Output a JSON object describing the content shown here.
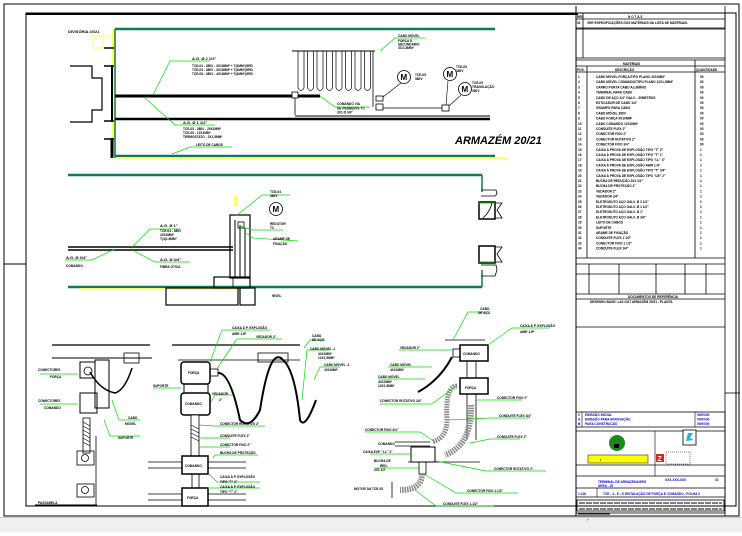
{
  "drawing": {
    "title": "ARMAZÉM 20/21",
    "colors": {
      "wall_green": "#0e7a5a",
      "leader_green": "#00dd00",
      "highlight_yellow": "#ffff66",
      "title_yellow": "#ffff00",
      "text_blue": "#0000cc",
      "logo_green": "#1a8a1a",
      "brand_red": "#dd2222"
    }
  },
  "plan_view": {
    "labels": {
      "divisoria": "DIVISÓRIA 20/21",
      "ac_2_half": "A.G. Ø 2 1/2\"",
      "tce_line1": "TCE-04 - 380V - 3X10MM² + T(4MM²)GRD",
      "tce_line2": "TCE-05 - 380V - 3X10MM² + T(4MM²)GRD",
      "tce_line3": "TCE-06 - 380V - 4X10MM² + T(4MM²)GRD",
      "ac_1_half": "A.G. Ø 1 1/2\"",
      "cmd_line1": "TCE-05 - 380V - 20X1MM²",
      "cmd_line2": "TCE-05 - 12X1MM²",
      "cmd_line3": "TERMOSTATO - 2X1,5MM²",
      "leito": "LEITO DE CABOS",
      "cabo_movel": "CABO MÓVEL",
      "cabo_movel_sub1": "FORÇA E",
      "cabo_movel_sub2": "SECUNDÁRIO",
      "cabo_movel_sub3": "3C/1,5MM²",
      "comando_via": "COMANDO VIA",
      "comando_via_sub": "DE PENDENTE TC",
      "comando_via_sub2": "3X1 Ø 3/4\"",
      "motor1_tag": "TCE-05",
      "motor1_v": "380V",
      "motor2_tag": "TCE-05",
      "motor2_v": "380V",
      "motor3_tag": "TCE-05",
      "motor3_sub": "TRANSLAÇÃO",
      "motor3_v": "380V"
    }
  },
  "section_view": {
    "labels": {
      "ac_1": "A.G. Ø 1\"",
      "ac_1_sub1": "TCE-04 - 380V",
      "ac_1_sub2": "4X10MM²",
      "ac_1_sub3": "T(4)1,5MM²",
      "ac_3_4": "A.G. Ø 3/4\"",
      "comando": "COMANDO",
      "ac_3_4b": "A.G. Ø 3/4\"",
      "fibra": "FIBRA ÓTICA",
      "motor_tag": "TCE-04",
      "motor_v": "380V",
      "reducao": "REDUTOR",
      "reducao_sub": "TC",
      "arame": "ARAME DE",
      "arame_sub": "FIXAÇÃO",
      "nivel": "NÍVEL"
    }
  },
  "detail_left": {
    "labels": {
      "conector_forca": "CONECTORES",
      "conector_forca_sub": "FORÇA",
      "conector_comando": "CONECTORES",
      "conector_comando_sub": "COMANDO",
      "cabo_movel": "CABO",
      "cabo_movel_sub": "MÓVEL",
      "suporte": "SUPORTE",
      "passarela": "PASSARELA"
    }
  },
  "detail_middle": {
    "labels": {
      "caixa_apexp": "CAIXA À P. EXPLOSÃO",
      "caixa_apexp_sub": "AWR 1-IP",
      "vedador": "VEDADOR 2\"",
      "suporte": "SUPORTE",
      "vedador2": "VEDADOR",
      "vedador2_sub": "2\"",
      "forca": "FORÇA",
      "comando": "COMANDO",
      "cabo_aco": "CABO",
      "cabo_aco_sub": "DE AÇO",
      "cabo_movel1": "CABO MÓVEL -1",
      "cabo_movel1_sub": "4X10MM²",
      "cabo_movel1_sub2": "12X1,5MM²",
      "cabo_movel3": "CABO MÓVEL -3",
      "cabo_movel3_sub": "4X10MM²",
      "conector_rotativo": "CONECTOR ROTATIVO 2\"",
      "conduite_flex": "CONDUITE FLEX 2\"",
      "conector_fixo": "CONECTOR FIXO 2\"",
      "bucha": "BUCHA DE PROTEÇÃO",
      "caixa_tipo_t": "CAIXA À P. EXPLOSÃO",
      "caixa_tipo_t_sub": "TIPO \"T\" 2\"",
      "caixa_tipo_t2": "CAIXA À P. EXPLOSÃO",
      "caixa_tipo_t2_sub": "TIPO \"T\" 2\""
    }
  },
  "detail_right": {
    "labels": {
      "cabo_aco": "CABO",
      "cabo_aco_sub": "DE AÇO",
      "caixa_apexp": "CAIXA À P. EXPLOSÃO",
      "caixa_apexp_sub": "AWR 1-IP",
      "vedador": "VEDADOR 2\"",
      "comando": "COMANDO",
      "forca": "FORÇA",
      "cabo_movel1": "CABO MÓVEL",
      "cabo_movel1_sub": "4X10MM²",
      "cabo_movel2": "CABO MÓVEL",
      "cabo_movel2_sub": "4X10MM²",
      "cabo_movel2_sub2": "12X1,5MM²",
      "conector_rotativo": "CONECTOR ROTATIVO 3/4\"",
      "conector_fixo": "CONECTOR FIXO 2\"",
      "conector_fixo_34": "CONECTOR FIXO 3/4\"",
      "conduite_flex_34": "CONDUITE FLEX 3/4\"",
      "conduite_flex_2": "CONDUITE FLEX 2\"",
      "comando_lbl": "COMANDO",
      "caixa_exp": "CAIXA EXP. \"LL\" 3\"",
      "bucha": "BUCHA DE",
      "bucha_sub": "RED.",
      "bucha_sub2": "3X1 1/2",
      "motor_tcm": "MOTOR DA TCE-05",
      "conector_rotativo_2": "CONECTOR ROTATIVO 2\"",
      "conector_fixo_112": "CONECTOR FIXO 1.1/2\"",
      "conduite_flex_112": "CONDUITE FLEX 1.1/2\""
    }
  },
  "notes_table": {
    "header_ref": "REF.",
    "header_title": "N O T A S",
    "row1_ref": "01",
    "row1_text": "VER ESPECIFICAÇÕES DOS MATERIAIS NA LISTA DE MATERIAIS."
  },
  "materials_table": {
    "title": "MATERIAIS",
    "col_pos": "POS.",
    "col_desc": "DESCRIÇÃO",
    "col_qty": "QUANTIDADE",
    "rows": [
      {
        "pos": "1",
        "desc": "CABO MÓVEL FORÇA/TIPO PLANO 4X10MM²",
        "qty": "00"
      },
      {
        "pos": "2",
        "desc": "CABO MÓVEL COMANDO/TIPO PLANO 12X1,5MM²",
        "qty": "00"
      },
      {
        "pos": "3",
        "desc": "CARRO PORTA CABO ALUMÍNIO",
        "qty": "00"
      },
      {
        "pos": "4",
        "desc": "TERMINAL PARA CABO",
        "qty": "00"
      },
      {
        "pos": "5",
        "desc": "CABO DE AÇO 1/4\" GALV. - 30METROS",
        "qty": "00"
      },
      {
        "pos": "6",
        "desc": "ESTICADOR DE CABO 1/4\"",
        "qty": "00"
      },
      {
        "pos": "7",
        "desc": "GRAMPO PARA CABO",
        "qty": "00"
      },
      {
        "pos": "8",
        "desc": "CABO MÓVEL 380V",
        "qty": "00"
      },
      {
        "pos": "9",
        "desc": "CABO FORÇA 4X10MM²",
        "qty": "00"
      },
      {
        "pos": "10",
        "desc": "CABO COMANDO 12X1MM²",
        "qty": "00"
      },
      {
        "pos": "11",
        "desc": "CONDUITE FLEX 2\"",
        "qty": "00"
      },
      {
        "pos": "12",
        "desc": "CONECTOR FIXO 2\"",
        "qty": "00"
      },
      {
        "pos": "13",
        "desc": "CONECTOR ROTATIVO 2\"",
        "qty": "00"
      },
      {
        "pos": "14",
        "desc": "CONECTOR FIXO 3/4\"",
        "qty": "00"
      },
      {
        "pos": "15",
        "desc": "CAIXA À PROVA DE EXPLOSÃO TIPO \"T\" 2\"",
        "qty": "1"
      },
      {
        "pos": "16",
        "desc": "CAIXA À PROVA DE EXPLOSÃO TIPO \"T\" 1\"",
        "qty": "1"
      },
      {
        "pos": "17",
        "desc": "CAIXA À PROVA DE EXPLOSÃO TIPO \"LL\" 3\"",
        "qty": "1"
      },
      {
        "pos": "18",
        "desc": "CAIXA À PROVA DE EXPLOSÃO AWR 1-IP",
        "qty": "1"
      },
      {
        "pos": "19",
        "desc": "CAIXA À PROVA DE EXPLOSÃO TIPO \"T\" 3/4\"",
        "qty": "1"
      },
      {
        "pos": "20",
        "desc": "CAIXA À PROVA DE EXPLOSÃO TIPO \"LB\" 2\"",
        "qty": "1"
      },
      {
        "pos": "21",
        "desc": "BUCHA DE REDUÇÃO 3X1 1/2\"",
        "qty": "1"
      },
      {
        "pos": "22",
        "desc": "BUCHA DE PROTEÇÃO 2\"",
        "qty": "1"
      },
      {
        "pos": "23",
        "desc": "VEDADOR 2\"",
        "qty": "1"
      },
      {
        "pos": "24",
        "desc": "VEDADOR 3/4\"",
        "qty": "1"
      },
      {
        "pos": "25",
        "desc": "ELETRODUTO AÇO GALV. Ø 2 1/2\"",
        "qty": "1"
      },
      {
        "pos": "26",
        "desc": "ELETRODUTO AÇO GALV. Ø 1 1/2\"",
        "qty": "1"
      },
      {
        "pos": "27",
        "desc": "ELETRODUTO AÇO GALV. Ø 1\"",
        "qty": "1"
      },
      {
        "pos": "28",
        "desc": "ELETRODUTO AÇO GALV. Ø 3/4\"",
        "qty": "1"
      },
      {
        "pos": "29",
        "desc": "LEITO DE CABOS",
        "qty": "1"
      },
      {
        "pos": "30",
        "desc": "SUPORTE",
        "qty": "1"
      },
      {
        "pos": "31",
        "desc": "ARAME DE FIXAÇÃO",
        "qty": "1"
      },
      {
        "pos": "32",
        "desc": "CONDUITE FLEX 1 1/2\"",
        "qty": "1"
      },
      {
        "pos": "33",
        "desc": "CONECTOR FIXO 1 1/2\"",
        "qty": "1"
      },
      {
        "pos": "34",
        "desc": "CONDUITE FLEX 3/4\"",
        "qty": "1"
      }
    ]
  },
  "revision_block": {
    "footer_label": "DOCUMENTOS DE REFERÊNCIA",
    "footer_text": "DESENHO BASE: LAY-OUT ARMAZÉM 20/21 - PLANTA"
  },
  "title_block": {
    "rev_rows": [
      {
        "rev": "0",
        "desc": "EMISSÃO INICIAL",
        "date": "00/00/00"
      },
      {
        "rev": "A",
        "desc": "EMISSÃO PARA APROVAÇÃO",
        "date": "00/00/00"
      },
      {
        "rev": "B",
        "desc": "PARA CONSTRUÇÃO",
        "date": "00/00/00"
      }
    ],
    "yellow_label": "I",
    "project_line1": "TERMINAL DE ARMAZENAGEM",
    "project_line2": "ÁREA - 20",
    "scale": "1:100",
    "drawing_title": "TCE - 4 - E - S INSTALAÇÃO DE FORÇA E COMANDO - FOLHA 2",
    "sheet": "02",
    "drawing_number": "XXX-XXX-XXX",
    "checked": "CONF.",
    "approved": "APROV."
  }
}
